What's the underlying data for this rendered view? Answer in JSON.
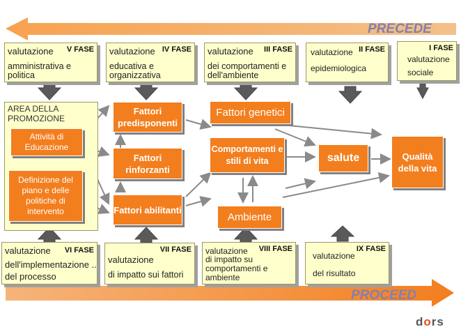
{
  "banners": {
    "top": "PRECEDE",
    "bottom": "PROCEED"
  },
  "top_phases": [
    {
      "label": "valutazione",
      "phase": "V FASE",
      "desc": "amministrativa e politica"
    },
    {
      "label": "valutazione",
      "phase": "IV FASE",
      "desc": "educativa e organizzativa"
    },
    {
      "label": "valutazione",
      "phase": "III FASE",
      "desc": "dei comportamenti e dell'ambiente"
    },
    {
      "label": "valutazione",
      "phase": "II FASE",
      "desc": "epidemiologica"
    },
    {
      "phase": "I FASE",
      "desc": "valutazione sociale"
    }
  ],
  "bottom_phases": [
    {
      "label": "valutazione",
      "phase": "VI FASE",
      "desc": "dell'implementazione .. del processo"
    },
    {
      "label": "valutazione",
      "phase": "VII FASE",
      "desc": "di impatto sui fattori"
    },
    {
      "label": "valutazione",
      "phase": "VIII FASE",
      "desc": "di impatto su comportamenti e ambiente"
    },
    {
      "label": "valutazione",
      "phase": "IX FASE",
      "desc": "del risultato"
    }
  ],
  "area": {
    "title": "AREA DELLA PROMOZIONE",
    "education": "Attività di Educazione",
    "policy": "Definizione del piano e delle politiche di intervento"
  },
  "factors": {
    "predisponenti": "Fattori predisponenti",
    "rinforzanti": "Fattori rinforzanti",
    "abilitanti": "Fattori abilitanti"
  },
  "determinants": {
    "genetici": "Fattori genetici",
    "comportamenti": "Comportamenti e stili di vita",
    "ambiente": "Ambiente"
  },
  "outcomes": {
    "salute": "salute",
    "qualita": "Qualità della vita"
  },
  "logo": {
    "prefix": "d",
    "mid": "o",
    "suffix": "rs"
  },
  "colors": {
    "orange": "#f37e1e",
    "yellow_box": "#ffffcc",
    "banner_arrow": "#f39a4a",
    "banner_text": "#8080b0"
  }
}
